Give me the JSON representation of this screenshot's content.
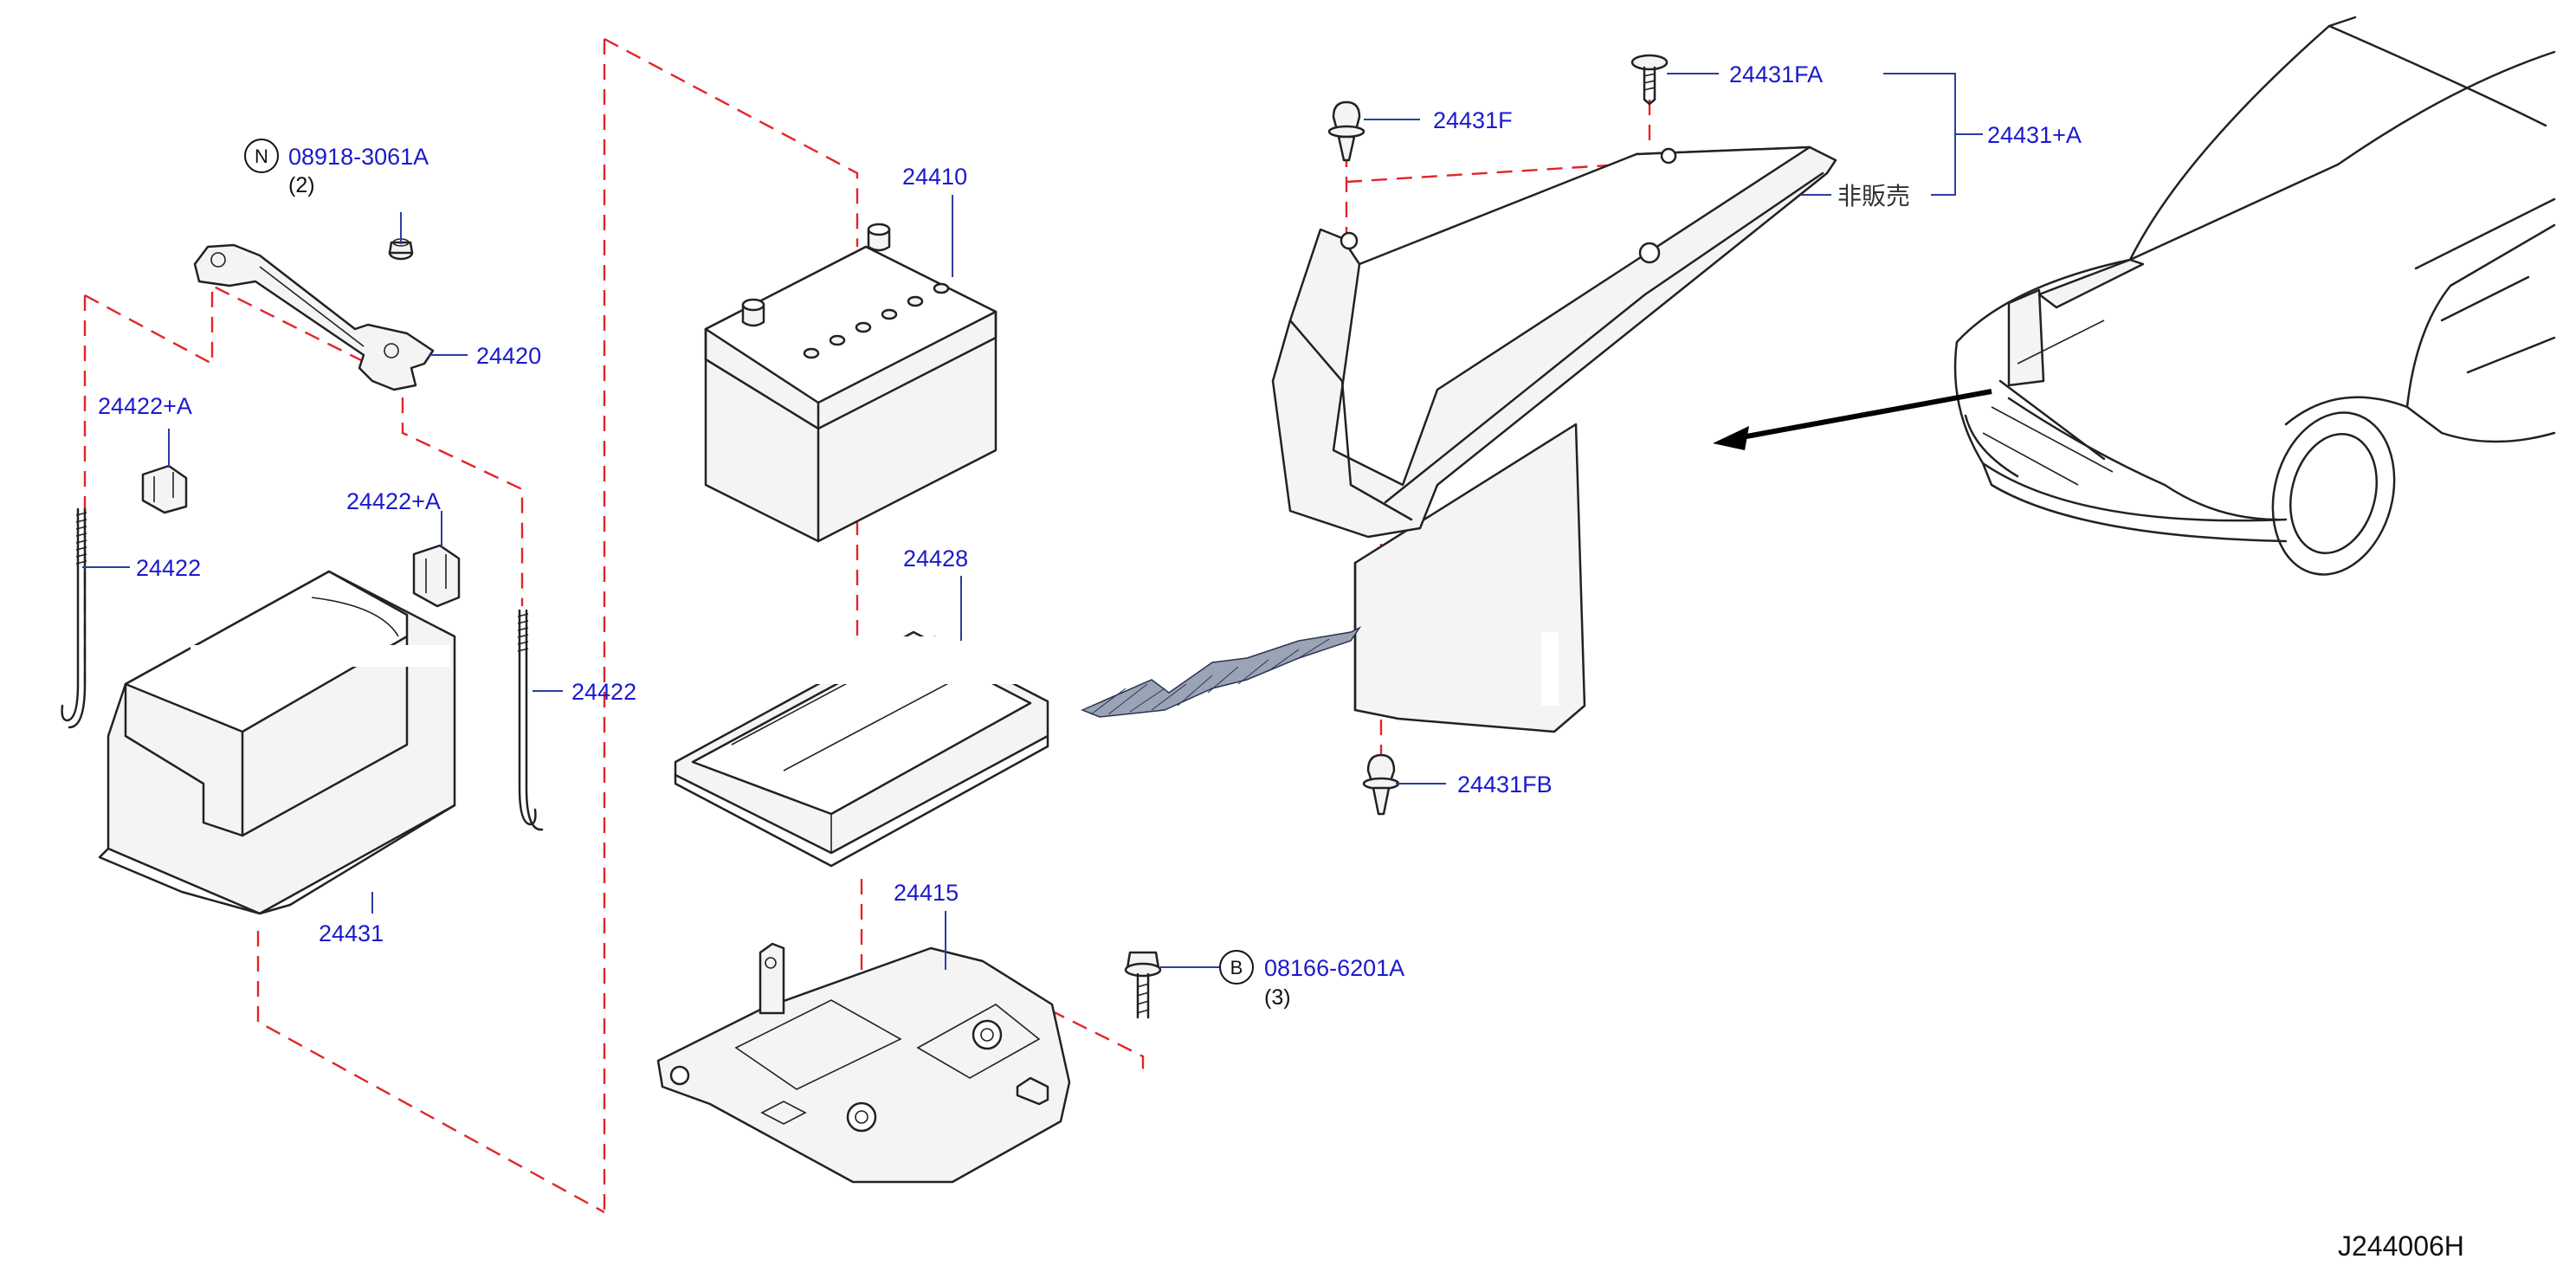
{
  "diagram": {
    "labels": {
      "nut_part": "08918-3061A",
      "nut_qty": "(2)",
      "nut_badge": "N",
      "bolt_part": "08166-6201A",
      "bolt_qty": "(3)",
      "bolt_badge": "B",
      "p24410": "24410",
      "p24420": "24420",
      "p24422a_1": "24422+A",
      "p24422a_2": "24422+A",
      "p24422_1": "24422",
      "p24422_2": "24422",
      "p24428": "24428",
      "p24431": "24431",
      "p24415": "24415",
      "p24431f": "24431F",
      "p24431fa": "24431FA",
      "p24431fb": "24431FB",
      "p24431a": "24431+A",
      "not_for_sale": "非販売",
      "diagram_code": "J244006H"
    }
  }
}
